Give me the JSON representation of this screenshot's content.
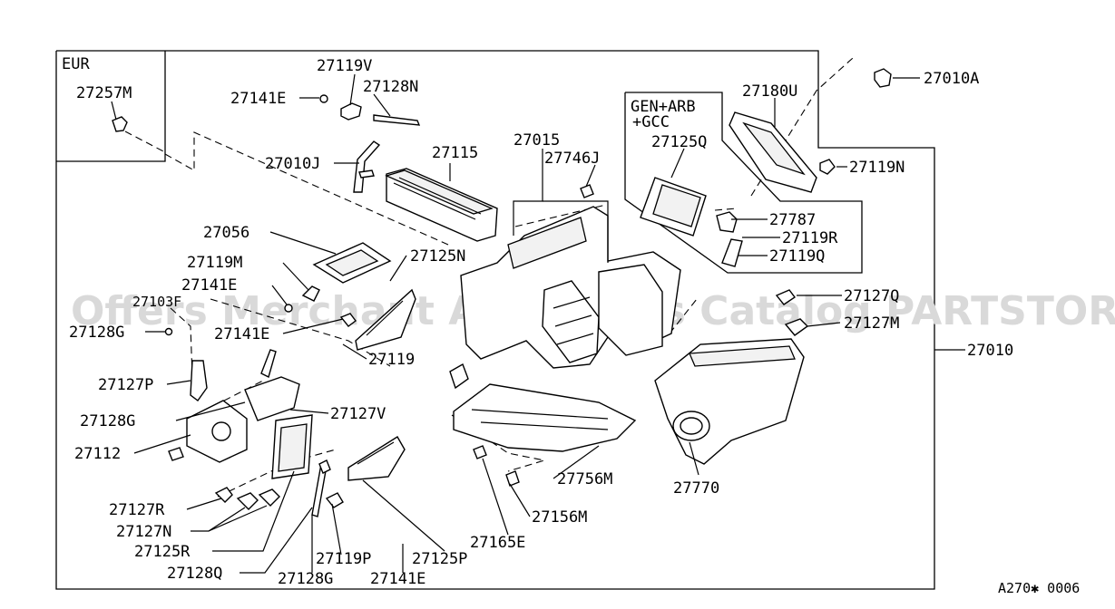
{
  "watermark": "Offers Merchant Auto Parts Catalog PARTSTORE.SA",
  "footer_code": "A270✱ 0006",
  "inset_boxes": {
    "eur": "EUR",
    "gen_line1": "GEN+ARB",
    "gen_line2": "+GCC"
  },
  "labels": {
    "p27257M": "27257M",
    "p27119V": "27119V",
    "p27141E_a": "27141E",
    "p27128N": "27128N",
    "p27010J": "27010J",
    "p27115": "27115",
    "p27015": "27015",
    "p27746J": "27746J",
    "p27180U": "27180U",
    "p27010A": "27010A",
    "p27125Q": "27125Q",
    "p27119N": "27119N",
    "p27787": "27787",
    "p27119R": "27119R",
    "p27119Q": "27119Q",
    "p27056": "27056",
    "p27125N": "27125N",
    "p27119M": "27119M",
    "p27141E_b": "27141E",
    "p27103F": "27103F",
    "p27128G_a": "27128G",
    "p27141E_c": "27141E",
    "p27119": "27119",
    "p27127Q": "27127Q",
    "p27127M": "27127M",
    "p27010": "27010",
    "p27127P": "27127P",
    "p27128G_b": "27128G",
    "p27127V": "27127V",
    "p27112": "27112",
    "p27756M": "27756M",
    "p27770": "27770",
    "p27127R": "27127R",
    "p27127N": "27127N",
    "p27156M": "27156M",
    "p27125R": "27125R",
    "p27165E": "27165E",
    "p27128Q": "27128Q",
    "p27119P": "27119P",
    "p27125P": "27125P",
    "p27128G_c": "27128G",
    "p27141E_d": "27141E"
  }
}
